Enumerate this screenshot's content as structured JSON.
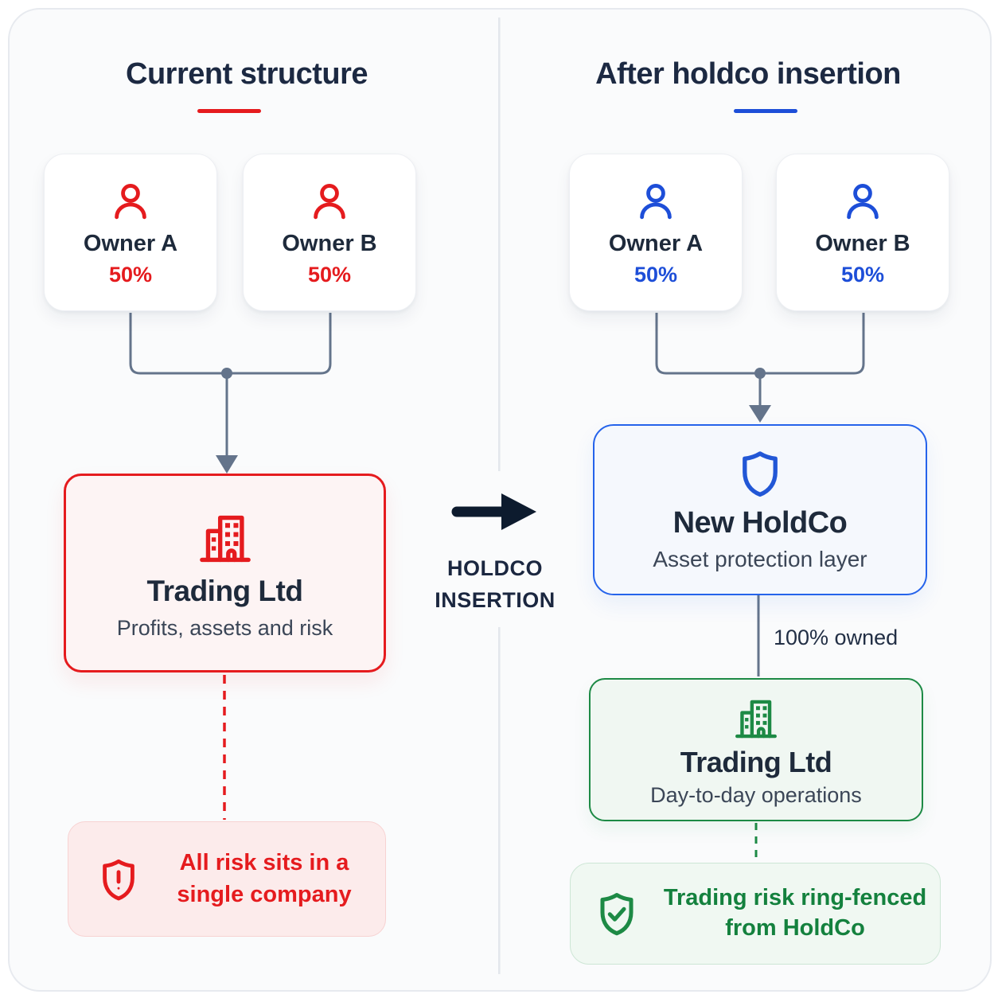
{
  "left_panel": {
    "title": "Current structure",
    "accent_color": "#e51b1e",
    "owners": [
      {
        "label": "Owner A",
        "share": "50%"
      },
      {
        "label": "Owner B",
        "share": "50%"
      }
    ],
    "company": {
      "name": "Trading Ltd",
      "subtitle": "Profits, assets and risk"
    },
    "risk_note": "All risk sits in a single company"
  },
  "middle": {
    "arrow_label_line1": "HOLDCO",
    "arrow_label_line2": "INSERTION",
    "arrow_color": "#0d1b2e"
  },
  "right_panel": {
    "title": "After holdco insertion",
    "accent_color": "#1d4ed8",
    "owners": [
      {
        "label": "Owner A",
        "share": "50%"
      },
      {
        "label": "Owner B",
        "share": "50%"
      }
    ],
    "holdco": {
      "name": "New HoldCo",
      "subtitle": "Asset protection layer"
    },
    "ownership_label": "100% owned",
    "company": {
      "name": "Trading Ltd",
      "subtitle": "Day-to-day operations"
    },
    "risk_note": "Trading risk ring-fenced from HoldCo"
  },
  "icons": {
    "owner": "person-icon",
    "trading_current": "building-icon",
    "holdco": "shield-icon",
    "trading_after": "building-icon",
    "risk_warning": "shield-alert-icon",
    "risk_ok": "shield-check-icon",
    "transition": "arrow-right-icon"
  },
  "colors": {
    "red": "#e51b1e",
    "blue": "#1d4ed8",
    "blue_border": "#2563eb",
    "green": "#1d8a45",
    "green_text": "#14813e",
    "connector_gray": "#64748b",
    "heading": "#1c2942",
    "subtitle": "#3b4657",
    "divider": "#e3e7ec"
  }
}
